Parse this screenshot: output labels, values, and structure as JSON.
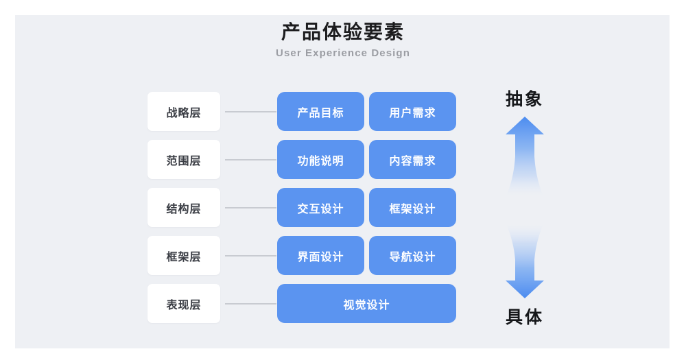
{
  "header": {
    "title": "产品体验要素",
    "subtitle": "User Experience Design"
  },
  "colors": {
    "page_background": "#ffffff",
    "panel_background": "#eef0f4",
    "card_blue": "#5b94f0",
    "label_card": "#ffffff",
    "connector_gray": "#c8cbd1",
    "title_text": "#1c1c1e",
    "subtitle_text": "#9b9da3",
    "label_text": "#3a3d44",
    "card_text": "#ffffff",
    "axis_text": "#15171a"
  },
  "matrix": {
    "rows": [
      {
        "layer": "战略层",
        "cards": [
          "产品目标",
          "用户需求"
        ]
      },
      {
        "layer": "范围层",
        "cards": [
          "功能说明",
          "内容需求"
        ]
      },
      {
        "layer": "结构层",
        "cards": [
          "交互设计",
          "框架设计"
        ]
      },
      {
        "layer": "框架层",
        "cards": [
          "界面设计",
          "导航设计"
        ]
      },
      {
        "layer": "表现层",
        "cards": [
          "视觉设计"
        ]
      }
    ]
  },
  "axis": {
    "top_label": "抽象",
    "bottom_label": "具体",
    "up_arrow_icon": "arrow-up-icon",
    "down_arrow_icon": "arrow-down-icon"
  }
}
